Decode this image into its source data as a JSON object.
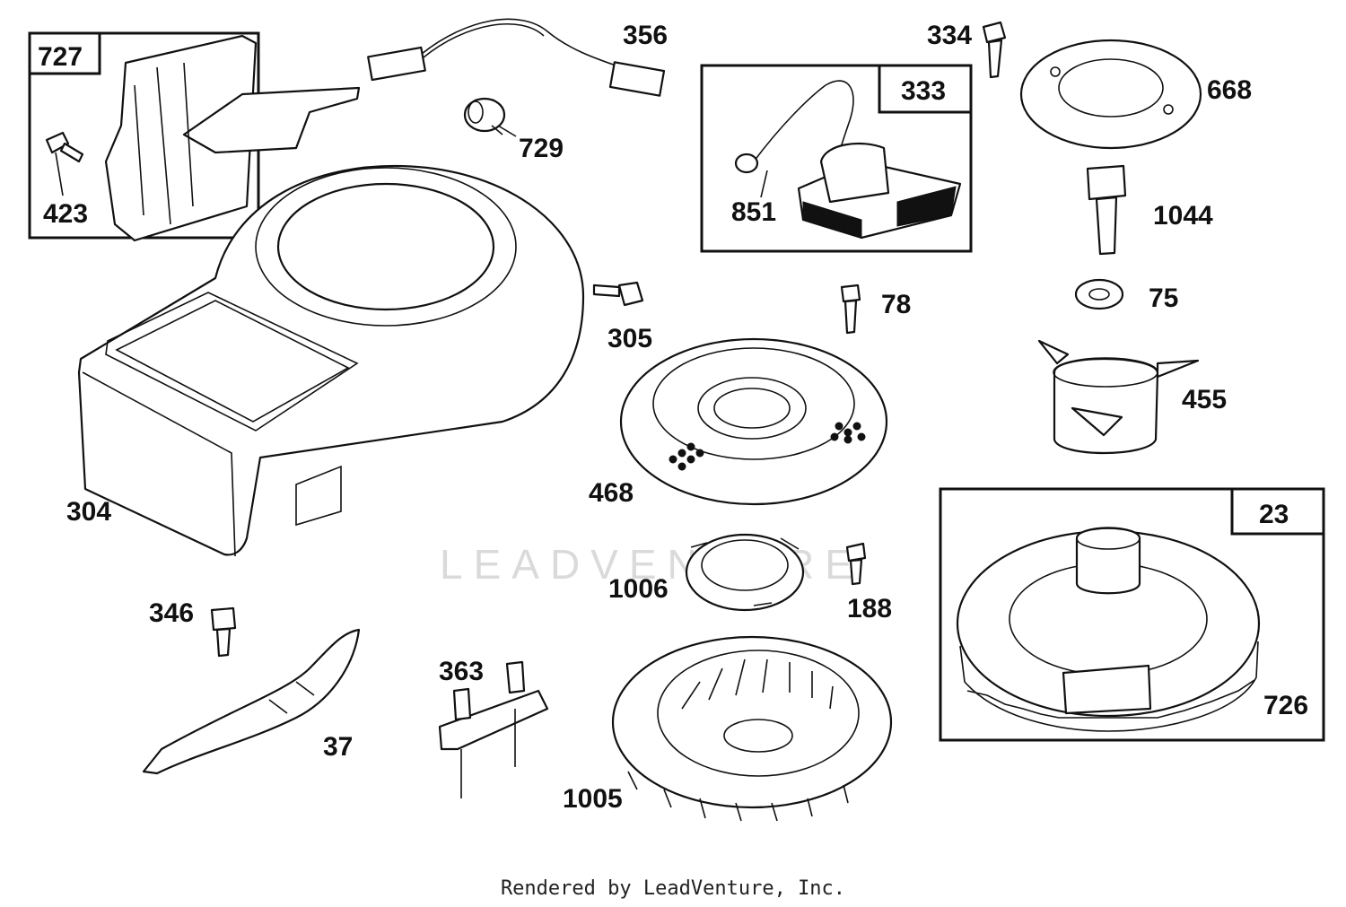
{
  "diagram": {
    "watermark": "LEADVENTURE",
    "footer": "Rendered by LeadVenture, Inc.",
    "callouts": {
      "p727": "727",
      "p423": "423",
      "p356": "356",
      "p729": "729",
      "p334": "334",
      "p333": "333",
      "p851": "851",
      "p668": "668",
      "p1044": "1044",
      "p75": "75",
      "p78": "78",
      "p305": "305",
      "p455": "455",
      "p468": "468",
      "p304": "304",
      "p23": "23",
      "p1006": "1006",
      "p188": "188",
      "p346": "346",
      "p363": "363",
      "p37": "37",
      "p1005": "1005",
      "p726": "726"
    }
  }
}
